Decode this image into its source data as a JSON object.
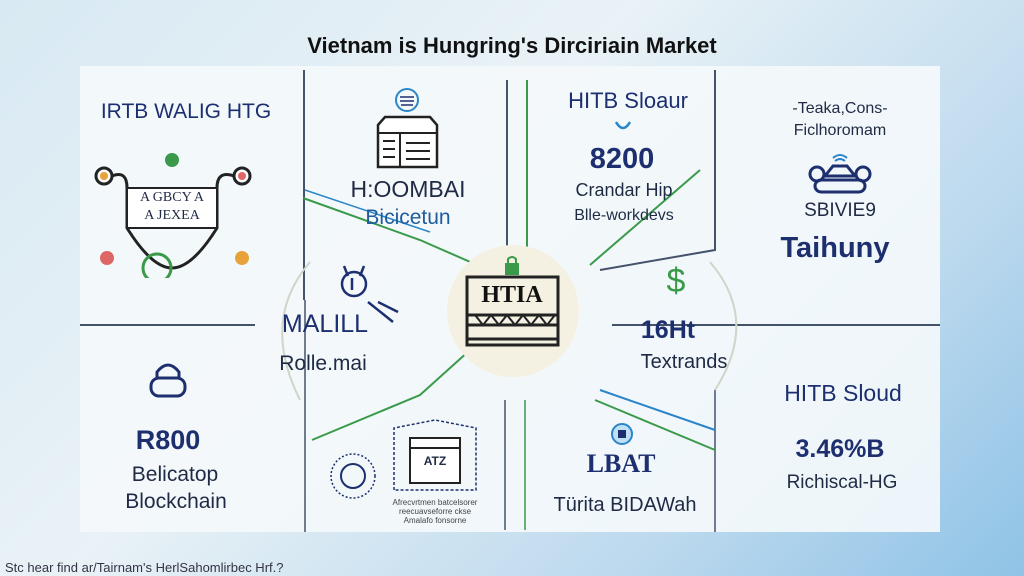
{
  "title": "Vietnam is Hungring's Dirciriain Market",
  "footer": "Stc hear find ar/Tairnam's HerlSahomlirbec Hrf.?",
  "cells": {
    "top_left": {
      "heading": "IRTB WALIG HTG",
      "shield_line1": "A GBCY A",
      "shield_line2": "A JEXEA"
    },
    "top_center_left": {
      "label": "H:OOMBAI",
      "sub": "Bicicetun"
    },
    "top_center_right": {
      "heading": "HITB Sloaur",
      "value": "8200",
      "label": "Crandar Hip",
      "sub": "Blle-workdevs"
    },
    "top_right": {
      "line1": "-Teaka,Cons-",
      "line2": "Ficlhoromam",
      "label": "SBIVIE9",
      "heading": "Taihuny"
    },
    "mid_left": {
      "heading": "MALILL",
      "sub": "Rolle.mai"
    },
    "center": {
      "label": "HTIA"
    },
    "mid_right": {
      "value": "16Ht",
      "label": "Textrands"
    },
    "bottom_left": {
      "value": "R800",
      "label": "Belicatop",
      "sub": "Blockchain"
    },
    "bottom_center_left": {
      "stamp": "ATZ",
      "caption": "Afrecvrtmen batcelsorer reecuavseforre ckse Amalafo fonsorne"
    },
    "bottom_center_right": {
      "logo": "LBAT",
      "label": "Türita BIDAWah"
    },
    "bottom_right": {
      "heading": "HITB Sloud",
      "value": "3.46%B",
      "label": "Richiscal-HG"
    }
  },
  "colors": {
    "navy": "#1d2f6f",
    "green": "#3a9a4a",
    "blue": "#2a86c8"
  }
}
